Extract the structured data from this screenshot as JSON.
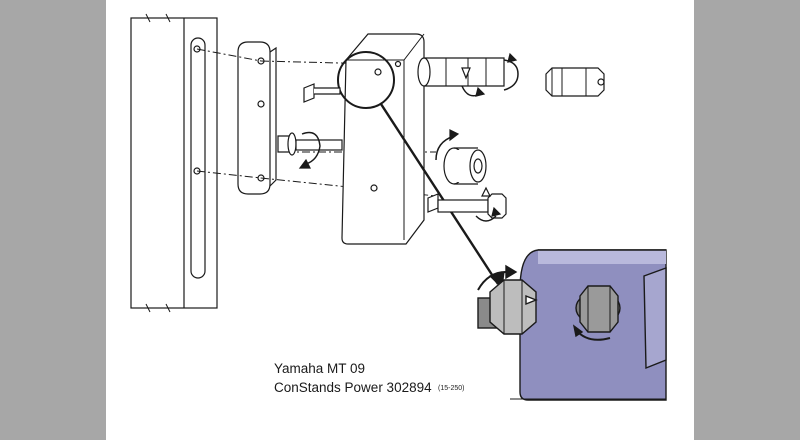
{
  "caption": {
    "model": "Yamaha MT 09",
    "product": "ConStands Power 302894",
    "code": "(15-250)"
  },
  "colors": {
    "background": "#a7a7a7",
    "sheet": "#ffffff",
    "line": "#1a1a1a",
    "detail_plate": "#8f8fbf",
    "detail_plate_light": "#b9b9dc",
    "detail_bolt": "#8a8a8a"
  }
}
